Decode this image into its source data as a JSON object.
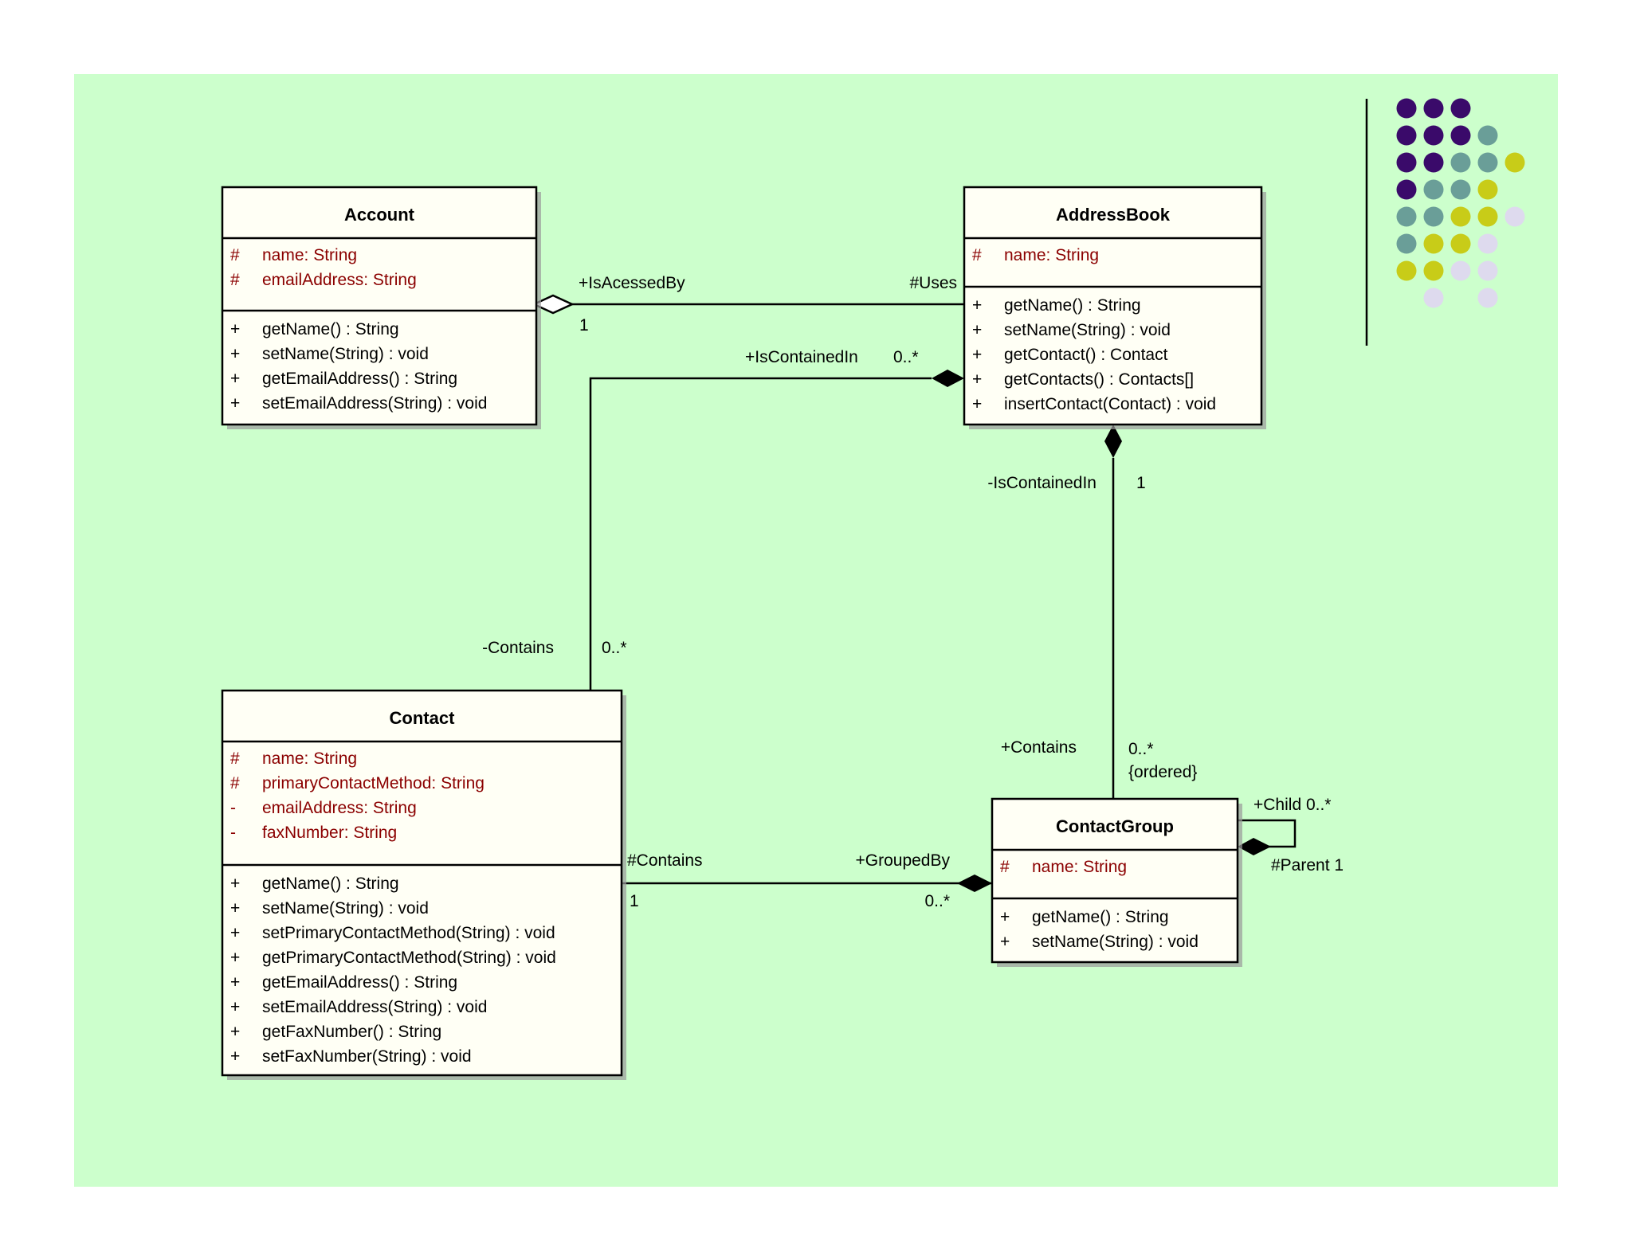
{
  "colors": {
    "slide_background": "#ccffcc",
    "attribute_text": "#8b0000",
    "dot_dark_purple": "#3a0a6a",
    "dot_teal": "#6a9e98",
    "dot_yellow": "#c8cc18",
    "dot_lavender": "#dedaee",
    "class_fill": "#fffff5"
  },
  "decor": {
    "dot_grid": [
      [
        "dark",
        "dark",
        "dark",
        "",
        ""
      ],
      [
        "dark",
        "dark",
        "dark",
        "teal",
        ""
      ],
      [
        "dark",
        "dark",
        "teal",
        "teal",
        "yellow"
      ],
      [
        "dark",
        "teal",
        "teal",
        "yellow",
        ""
      ],
      [
        "teal",
        "teal",
        "yellow",
        "yellow",
        "lavender"
      ],
      [
        "teal",
        "yellow",
        "yellow",
        "lavender",
        ""
      ],
      [
        "yellow",
        "yellow",
        "lavender",
        "lavender",
        ""
      ],
      [
        "",
        "lavender",
        "",
        "lavender",
        ""
      ]
    ]
  },
  "classes": {
    "account": {
      "name": "Account",
      "attributes": [
        {
          "vis": "#",
          "text": "name:  String"
        },
        {
          "vis": "#",
          "text": "emailAddress:  String"
        }
      ],
      "operations": [
        {
          "vis": "+",
          "text": "getName() : String"
        },
        {
          "vis": "+",
          "text": "setName(String) : void"
        },
        {
          "vis": "+",
          "text": "getEmailAddress() : String"
        },
        {
          "vis": "+",
          "text": "setEmailAddress(String) : void"
        }
      ]
    },
    "addressbook": {
      "name": "AddressBook",
      "attributes": [
        {
          "vis": "#",
          "text": "name:  String"
        }
      ],
      "operations": [
        {
          "vis": "+",
          "text": "getName() : String"
        },
        {
          "vis": "+",
          "text": "setName(String) : void"
        },
        {
          "vis": "+",
          "text": "getContact() : Contact"
        },
        {
          "vis": "+",
          "text": "getContacts() : Contacts[]"
        },
        {
          "vis": "+",
          "text": "insertContact(Contact) : void"
        }
      ]
    },
    "contact": {
      "name": "Contact",
      "attributes": [
        {
          "vis": "#",
          "text": "name:  String"
        },
        {
          "vis": "#",
          "text": "primaryContactMethod:  String"
        },
        {
          "vis": "-",
          "text": "emailAddress:  String"
        },
        {
          "vis": "-",
          "text": "faxNumber:  String"
        }
      ],
      "operations": [
        {
          "vis": "+",
          "text": "getName() : String"
        },
        {
          "vis": "+",
          "text": "setName(String) : void"
        },
        {
          "vis": "+",
          "text": "setPrimaryContactMethod(String) : void"
        },
        {
          "vis": "+",
          "text": "getPrimaryContactMethod(String) : void"
        },
        {
          "vis": "+",
          "text": "getEmailAddress() : String"
        },
        {
          "vis": "+",
          "text": "setEmailAddress(String) : void"
        },
        {
          "vis": "+",
          "text": "getFaxNumber() : String"
        },
        {
          "vis": "+",
          "text": "setFaxNumber(String) : void"
        }
      ]
    },
    "contactgroup": {
      "name": "ContactGroup",
      "attributes": [
        {
          "vis": "#",
          "text": "name:  String"
        }
      ],
      "operations": [
        {
          "vis": "+",
          "text": "getName() : String"
        },
        {
          "vis": "+",
          "text": "setName(String) : void"
        }
      ]
    }
  },
  "labels": {
    "account_addressbook": {
      "source_role": "+IsAcessedBy",
      "source_mult": "1",
      "target_role": "#Uses"
    },
    "contact_addressbook": {
      "source_role": "-Contains",
      "source_mult": "0..*",
      "target_role": "+IsContainedIn",
      "target_mult": "0..*"
    },
    "addressbook_contactgroup": {
      "source_role": "-IsContainedIn",
      "source_mult": "1",
      "target_role": "+Contains",
      "target_mult": "0..*",
      "constraint": "{ordered}"
    },
    "contact_contactgroup": {
      "source_role": "#Contains",
      "source_mult": "1",
      "target_role": "+GroupedBy",
      "target_mult": "0..*"
    },
    "contactgroup_self": {
      "child": "+Child 0..*",
      "parent": "#Parent 1"
    }
  }
}
